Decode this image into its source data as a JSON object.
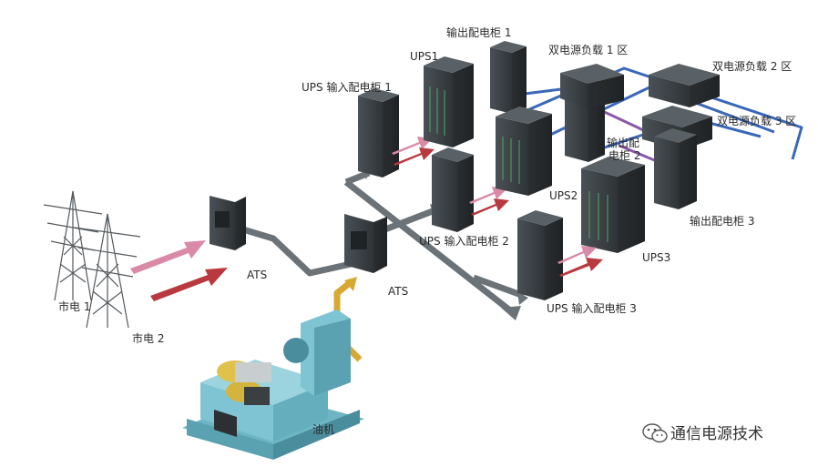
{
  "labels": {
    "grid1": "市电 1",
    "grid2": "市电 2",
    "ats1": "ATS",
    "ats2": "ATS",
    "generator": "油机",
    "ups_in_1": "UPS 输入配电柜 1",
    "ups_in_2": "UPS 输入配电柜 2",
    "ups_in_3": "UPS 输入配电柜 3",
    "ups1": "UPS1",
    "ups2": "UPS2",
    "ups3": "UPS3",
    "out_1": "输出配电柜 1",
    "out_2_line1": "输出配",
    "out_2_line2": "电柜 2",
    "out_3": "输出配电柜 3",
    "load_1": "双电源负载 1 区",
    "load_2": "双电源负载 2 区",
    "load_3": "双电源负载 3 区"
  },
  "watermark": {
    "text": "通信电源技术",
    "icon": "wechat-icon"
  },
  "colors": {
    "grid_arrow_1": "#d98aa6",
    "grid_arrow_2": "#b8393e",
    "bus": "#6b7378",
    "generator_feed": "#d8a832",
    "output_blue": "#3a68b8",
    "output_purple": "#8a5aa8",
    "cabinet": "#3c4246",
    "generator_body": "#7fc4d2"
  }
}
